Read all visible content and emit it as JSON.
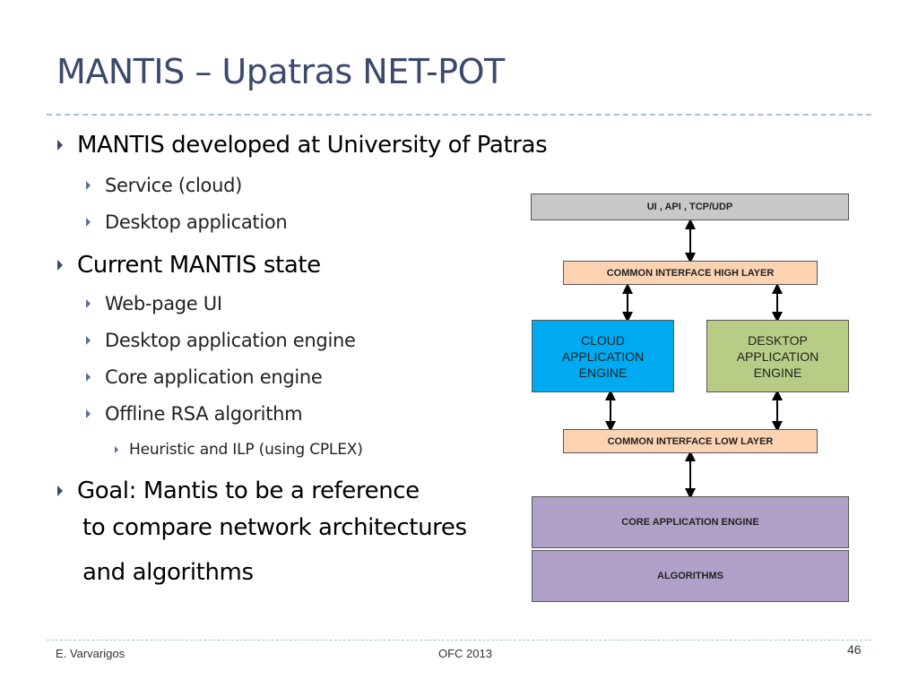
{
  "slide": {
    "title": "MANTIS – Upatras NET-POT",
    "bullets": {
      "b1": "MANTIS developed at University of Patras",
      "b1_1": "Service (cloud)",
      "b1_2": "Desktop application",
      "b2": "Current MANTIS state",
      "b2_1": "Web-page UI",
      "b2_2": "Desktop application engine",
      "b2_3": "Core application engine",
      "b2_4": "Offline RSA algorithm",
      "b2_4_1": "Heuristic and ILP (using CPLEX)",
      "b3_line1": "Goal: Mantis to be a reference",
      "b3_line2": "to compare network architectures",
      "b3_line3": "and algorithms"
    }
  },
  "diagram": {
    "ui_api": "UI , API , TCP/UDP",
    "common_high": "COMMON INTERFACE HIGH LAYER",
    "cloud_engine": "CLOUD\nAPPLICATION\nENGINE",
    "desktop_engine": "DESKTOP\nAPPLICATION\nENGINE",
    "common_low": "COMMON INTERFACE LOW LAYER",
    "core_engine": "CORE APPLICATION ENGINE",
    "algorithms": "ALGORITHMS",
    "colors": {
      "gray": "#c8c8c8",
      "peach": "#fcd4b4",
      "blue": "#00aaf0",
      "green": "#b8cc86",
      "purple": "#b0a0c8"
    }
  },
  "footer": {
    "author": "E. Varvarigos",
    "event": "OFC 2013",
    "page": "46"
  }
}
